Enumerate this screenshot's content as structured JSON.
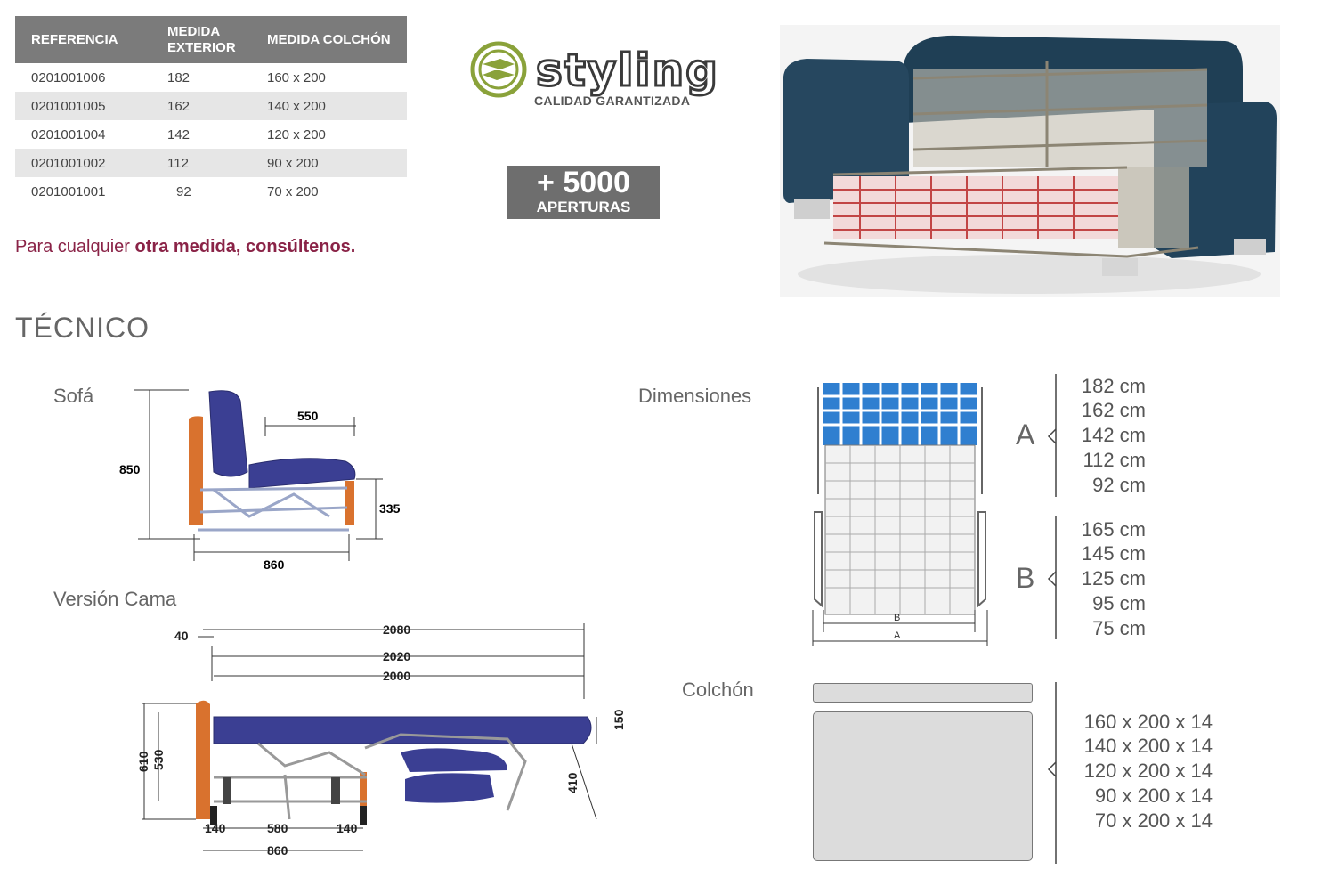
{
  "table": {
    "headers": [
      "REFERENCIA",
      "MEDIDA EXTERIOR",
      "MEDIDA COLCHÓN"
    ],
    "rows": [
      {
        "ref": "0201001006",
        "ext": "182",
        "mat": "160 x 200"
      },
      {
        "ref": "0201001005",
        "ext": "162",
        "mat": "140 x 200"
      },
      {
        "ref": "0201001004",
        "ext": "142",
        "mat": "120 x 200"
      },
      {
        "ref": "0201001002",
        "ext": "112",
        "mat": "90 x 200"
      },
      {
        "ref": "0201001001",
        "ext": "92",
        "mat": "70 x 200"
      }
    ]
  },
  "note": {
    "prefix": "Para cualquier ",
    "bold": "otra medida, consúltenos."
  },
  "brand": {
    "name": "styling",
    "tagline": "CALIDAD GARANTIZADA"
  },
  "badge": {
    "line1": "+ 5000",
    "line2": "APERTURAS"
  },
  "section_title": "TÉCNICO",
  "sofa": {
    "label": "Sofá",
    "dims": {
      "height": "850",
      "depth_seat": "550",
      "seat_h": "335",
      "width": "860"
    }
  },
  "cama": {
    "label": "Versión Cama",
    "dims": {
      "d40": "40",
      "d2080": "2080",
      "d2020": "2020",
      "d2000": "2000",
      "d150": "150",
      "d610": "610",
      "d530": "530",
      "d410": "410",
      "d140a": "140",
      "d580": "580",
      "d140b": "140",
      "d860": "860"
    }
  },
  "dimensiones": {
    "label": "Dimensiones",
    "a_letter": "A",
    "b_letter": "B",
    "a_values": [
      "182 cm",
      "162 cm",
      "142 cm",
      "112 cm",
      "92 cm"
    ],
    "b_values": [
      "165 cm",
      "145 cm",
      "125 cm",
      "95 cm",
      "75 cm"
    ],
    "drawing_b": "B",
    "drawing_a": "A"
  },
  "colchon": {
    "label": "Colchón",
    "values": [
      "160 x 200 x 14",
      "140 x 200 x 14",
      "120 x 200 x 14",
      "90 x 200 x 14",
      "70 x 200 x 14"
    ]
  },
  "colors": {
    "accent": "#8a2347",
    "header_gray": "#7b7b7b",
    "mattress_blue": "#3b3f93",
    "frame_orange": "#d9722e",
    "logo_green": "#8aa23a"
  }
}
